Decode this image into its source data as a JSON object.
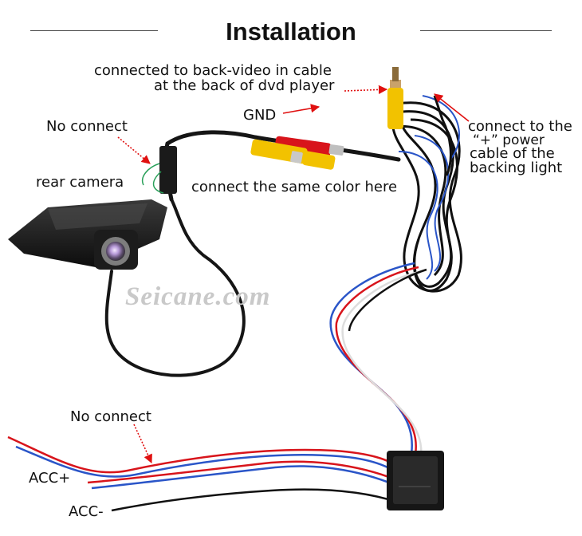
{
  "title": "Installation",
  "watermark": "Seicane.com",
  "labels": {
    "back_video_line1": "connected to back-video in cable",
    "back_video_line2": "at the back of dvd player",
    "gnd": "GND",
    "no_connect_top": "No connect",
    "rear_camera": "rear camera",
    "same_color": "connect the same color here",
    "power_line1": "connect to the",
    "power_line2": "“+” power",
    "power_line3": "cable of the",
    "power_line4": "backing light",
    "no_connect_bottom": "No connect",
    "acc_plus": "ACC+",
    "acc_minus": "ACC-"
  },
  "colors": {
    "arrow": "#e01010",
    "cable": "#111111",
    "rca_red": "#d8141b",
    "rca_yellow": "#f2c200",
    "wire_blue": "#2a55c8"
  }
}
